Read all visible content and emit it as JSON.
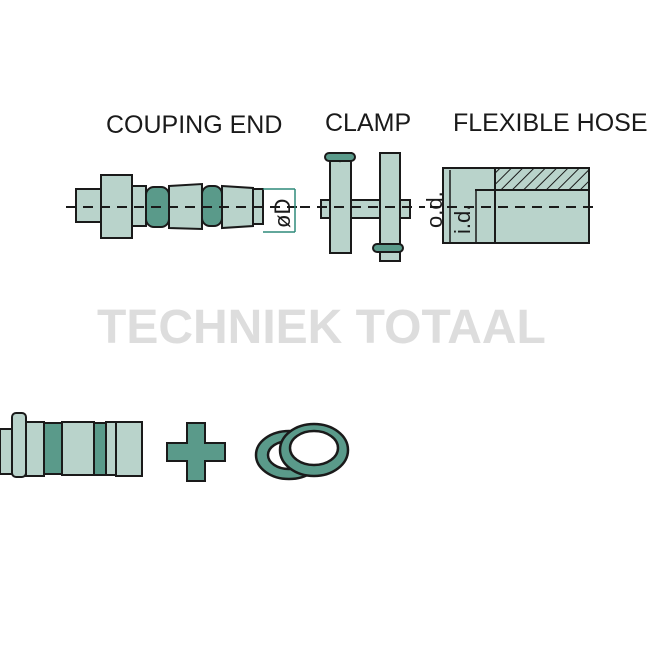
{
  "labels": {
    "coupling_end": "COUPING END",
    "clamp": "CLAMP",
    "flexible_hose": "FLEXIBLE HOSE",
    "diameter": "øD",
    "outer_diameter": "o.d.",
    "inner_diameter": "i.d."
  },
  "watermark": "TECHNIEK TOTAAL",
  "colors": {
    "part_fill": "#b9d3cb",
    "ring_fill": "#5a9a8a",
    "outline": "#1a1a1a",
    "dimension_line": "#2f8a7a",
    "watermark": "#dddddd"
  }
}
